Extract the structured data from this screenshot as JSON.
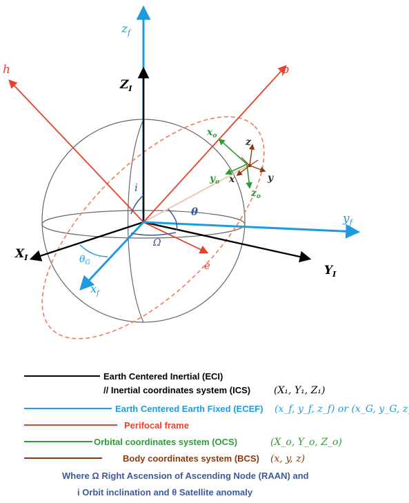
{
  "colors": {
    "eci": "#000000",
    "ecef": "#1e9be0",
    "perifocal": "#e8402a",
    "orbital": "#2e9a3a",
    "body": "#8b3a10",
    "sphere": "#666666",
    "orbit": "#f07a5a",
    "note": "#3a5aa0"
  },
  "axes": {
    "eci": {
      "z": "Z",
      "z_sub": "I",
      "x": "X",
      "x_sub": "I",
      "y": "Y",
      "y_sub": "I"
    },
    "ecef": {
      "z": "z",
      "z_sub": "f",
      "x": "x",
      "x_sub": "f",
      "y": "y",
      "y_sub": "f"
    },
    "perifocal": {
      "h": "h",
      "p": "p",
      "e": "e"
    },
    "orbital": {
      "x": "x",
      "x_sub": "o",
      "y": "y",
      "y_sub": "o",
      "z": "z",
      "z_sub": "o"
    },
    "body": {
      "x": "x",
      "y": "y",
      "z": "z"
    }
  },
  "angles": {
    "inclination": "i",
    "true_anomaly": "θ",
    "raan": "Ω",
    "greenwich": "θ",
    "greenwich_sub": "G"
  },
  "legend": {
    "eci_label": "Earth Centered Inertial (ECI)",
    "ics_label": "// Inertial coordinates system (ICS)",
    "ics_math": "(X₁, Y₁, Z₁)",
    "ecef_label": "Earth Centered Earth Fixed (ECEF)",
    "ecef_math": "(x_f, y_f, z_f) or (x_G, y_G, z_G)",
    "perifocal_label": "Perifocal frame",
    "ocs_label": "Orbital coordinates system (OCS)",
    "ocs_math": "(X_o, Y_o, Z_o)",
    "bcs_label": "Body coordinates system (BCS)",
    "bcs_math": "(x, y, z)",
    "note_line1": "Where Ω Right Ascension of Ascending Node (RAAN) and",
    "note_line2": "i  Orbit inclination and θ  Satellite anomaly"
  }
}
